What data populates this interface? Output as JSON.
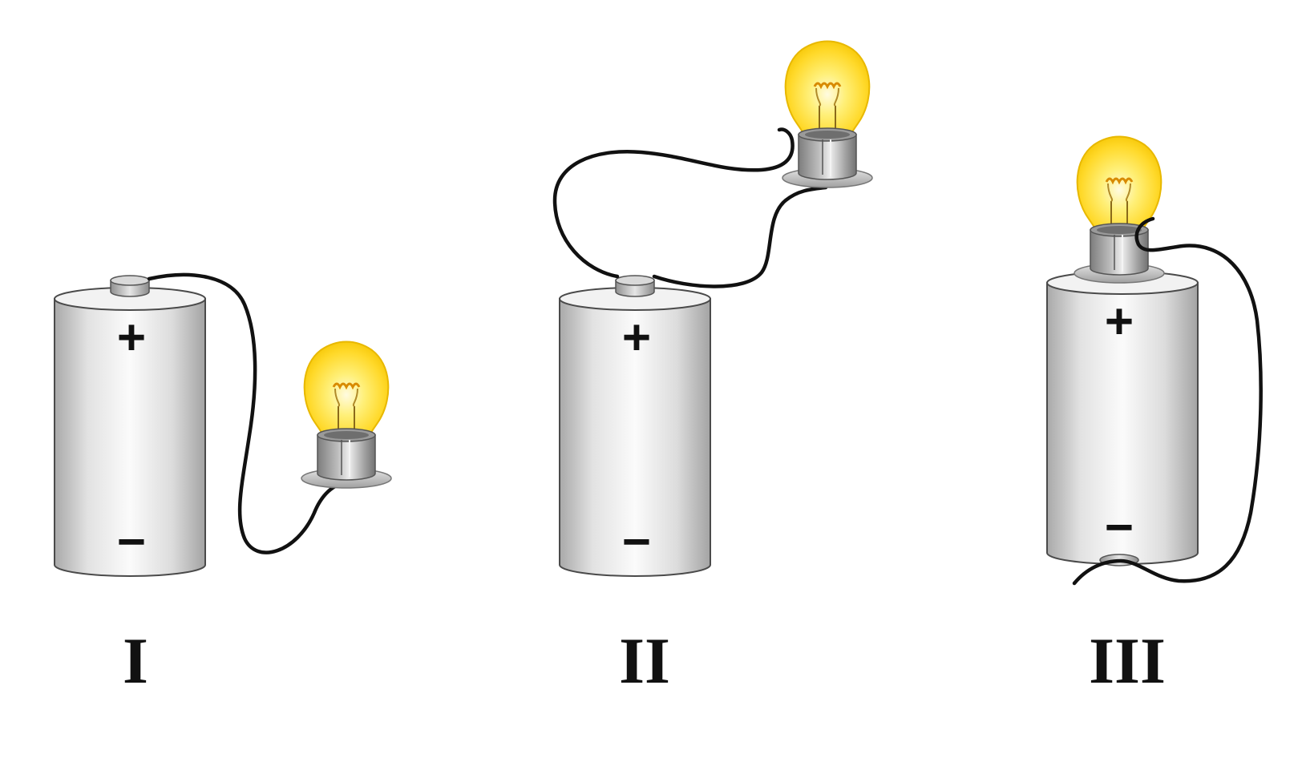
{
  "colors": {
    "background": "#ffffff",
    "wire": "#111111",
    "bulb_glow": "#ffd21e",
    "bulb_core": "#fff9c8",
    "battery_body": "#d4d4d4",
    "text": "#111111"
  },
  "setups": [
    {
      "label": "I",
      "battery": {
        "positive_symbol": "+",
        "negative_symbol": "−"
      },
      "bulb": {
        "icon": "light-bulb-icon"
      },
      "wire": {
        "icon": "wire"
      }
    },
    {
      "label": "II",
      "battery": {
        "positive_symbol": "+",
        "negative_symbol": "−"
      },
      "bulb": {
        "icon": "light-bulb-icon"
      },
      "wire": {
        "icon": "wire"
      }
    },
    {
      "label": "III",
      "battery": {
        "positive_symbol": "+",
        "negative_symbol": "−"
      },
      "bulb": {
        "icon": "light-bulb-icon"
      },
      "wire": {
        "icon": "wire"
      }
    }
  ]
}
